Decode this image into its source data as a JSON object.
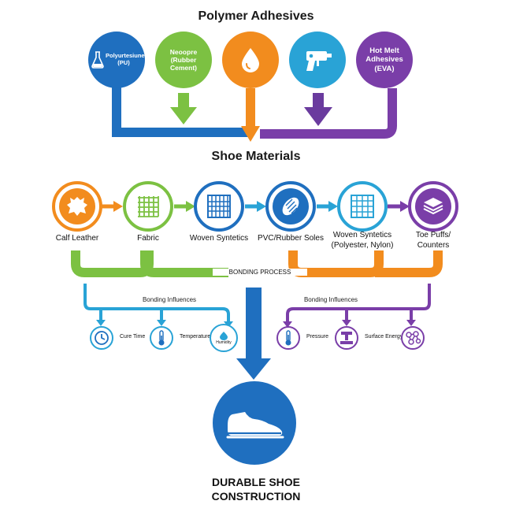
{
  "title": "Polymer Adhesives",
  "adhesives": [
    {
      "label": "Polyurtesiune (PU)",
      "color": "#1f6fbf",
      "icon": "flask-icon"
    },
    {
      "label": "Neoopre (Rubber Cement)",
      "color": "#7cc142",
      "icon": "none"
    },
    {
      "label": "",
      "color": "#f28c1e",
      "icon": "droplet-icon"
    },
    {
      "label": "",
      "color": "#29a3d6",
      "icon": "glue-gun-icon"
    },
    {
      "label": "Hot Melt Adhesives (EVA)",
      "color": "#7a3ea8",
      "icon": "none"
    }
  ],
  "section_title": "Shoe Materials",
  "materials": [
    {
      "label": "Calf Leather",
      "color": "#f28c1e",
      "icon": "leather-hide-icon"
    },
    {
      "label": "Fabric",
      "color": "#7cc142",
      "icon": "fabric-grid-icon"
    },
    {
      "label": "Woven Syntetics",
      "color": "#1f6fbf",
      "icon": "woven-icon"
    },
    {
      "label": "PVC/Rubber Soles",
      "color": "#1f6fbf",
      "icon": "sole-icon"
    },
    {
      "label": "Woven Syntetics (Polyester, Nylon)",
      "color": "#29a3d6",
      "icon": "mesh-grid-icon"
    },
    {
      "label": "Toe Puffs/ Counters",
      "color": "#7a3ea8",
      "icon": "layers-icon"
    }
  ],
  "bonding_process": "BONDING PROCESS",
  "influences_left": {
    "title": "Bonding Influences",
    "items": [
      {
        "label": "Cure Time",
        "icon": "clock-icon"
      },
      {
        "label": "Temperature",
        "icon": "thermometer-icon"
      },
      {
        "label": "Humidity",
        "icon": "humidity-icon"
      }
    ]
  },
  "influences_right": {
    "title": "Bonding Influences",
    "items": [
      {
        "label": "Pressure",
        "icon": "pressure-gauge-icon"
      },
      {
        "label": "Surface Energy",
        "icon": "press-icon"
      },
      {
        "label": "",
        "icon": "molecule-icon"
      }
    ]
  },
  "result": {
    "line1": "DURABLE SHOE",
    "line2": "CONSTRUCTION",
    "icon": "shoe-icon"
  }
}
